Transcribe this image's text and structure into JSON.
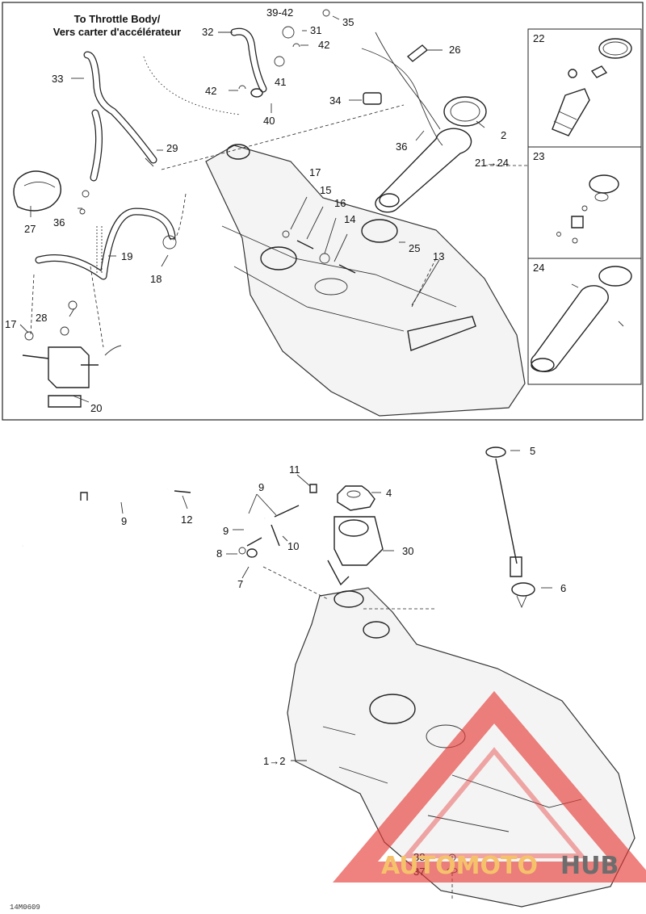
{
  "throttle_note": {
    "line1": "To Throttle Body/",
    "line2": "Vers carter d'accélérateur"
  },
  "top_labels": {
    "l39_42": "39-42",
    "l35": "35",
    "l32": "32",
    "l31": "31",
    "l42a": "42",
    "l41": "41",
    "l26": "26",
    "l33": "33",
    "l42b": "42",
    "l34": "34",
    "l40": "40",
    "l22": "22",
    "l2": "2",
    "l29": "29",
    "l36a": "36",
    "l21_24": "21→24",
    "l17a": "17",
    "l15": "15",
    "l16": "16",
    "l14": "14",
    "l27": "27",
    "l36b": "36",
    "l23": "23",
    "l25": "25",
    "l13": "13",
    "l19": "19",
    "l18": "18",
    "l24": "24",
    "l28": "28",
    "l17b": "17",
    "l20": "20"
  },
  "bottom_labels": {
    "l5": "5",
    "l11": "11",
    "l9a": "9",
    "l4": "4",
    "l9b": "9",
    "l12": "12",
    "l9c": "9",
    "l10": "10",
    "l30": "30",
    "l8": "8",
    "l7": "7",
    "l6": "6",
    "l1_2": "1→2",
    "l38": "38",
    "l37": "37"
  },
  "diagram_code": "14M0609",
  "watermark": {
    "part1": "AUTOMOTO",
    "part2": "HUB"
  }
}
